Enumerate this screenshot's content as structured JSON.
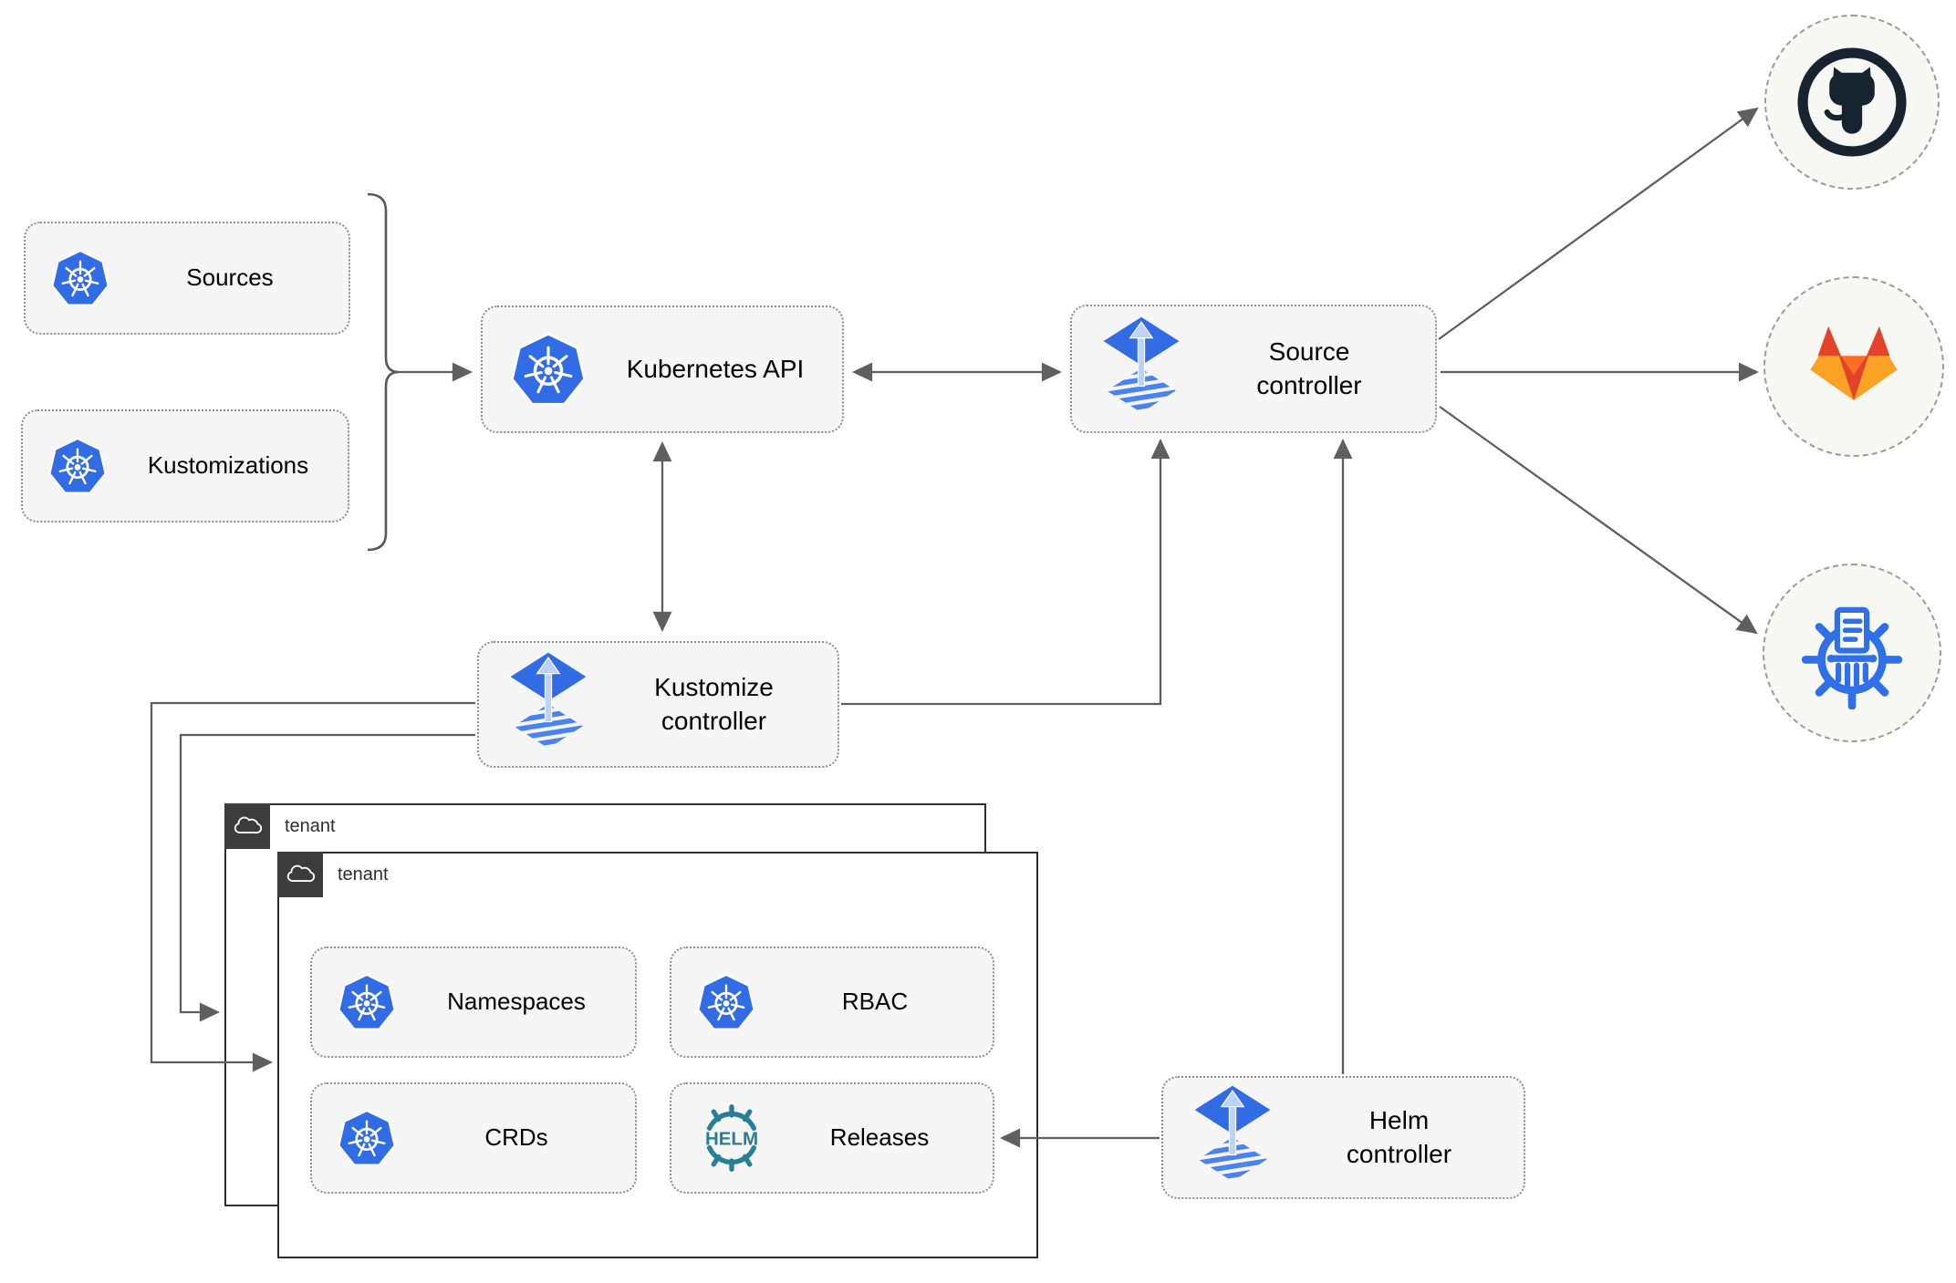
{
  "nodes": {
    "sources": {
      "label": "Sources",
      "icon": "kubernetes-icon"
    },
    "kustomizations": {
      "label": "Kustomizations",
      "icon": "kubernetes-icon"
    },
    "kubernetes_api": {
      "label": "Kubernetes API",
      "icon": "kubernetes-icon"
    },
    "source_controller": {
      "label": "Source controller",
      "icon": "flux-icon"
    },
    "kustomize_controller": {
      "label": "Kustomize controller",
      "icon": "flux-icon"
    },
    "helm_controller": {
      "label": "Helm controller",
      "icon": "flux-icon"
    },
    "tenant_outer": {
      "label": "tenant",
      "icon": "cloud-icon"
    },
    "tenant_inner": {
      "label": "tenant",
      "icon": "cloud-icon"
    },
    "namespaces": {
      "label": "Namespaces",
      "icon": "kubernetes-icon"
    },
    "rbac": {
      "label": "RBAC",
      "icon": "kubernetes-icon"
    },
    "crds": {
      "label": "CRDs",
      "icon": "kubernetes-icon"
    },
    "releases": {
      "label": "Releases",
      "icon": "helm-icon"
    },
    "github": {
      "icon": "github-icon"
    },
    "gitlab": {
      "icon": "gitlab-icon"
    },
    "registry": {
      "icon": "container-registry-icon"
    }
  },
  "icons": {
    "helm_text": "HELM"
  },
  "colors": {
    "box_fill": "#f5f5f5",
    "line_gray": "#5f5f5f",
    "kubernetes_blue": "#326ce5",
    "flux_blue": "#316ce4",
    "flux_stripe": "#4a82ef",
    "flux_arrow": "#bcd2f8",
    "helm_teal": "#277e97",
    "github_dark": "#17242f",
    "gitlab_red": "#e24329",
    "gitlab_orange": "#fc6d26",
    "gitlab_light": "#fca326",
    "registry_blue": "#2f6fe8"
  }
}
